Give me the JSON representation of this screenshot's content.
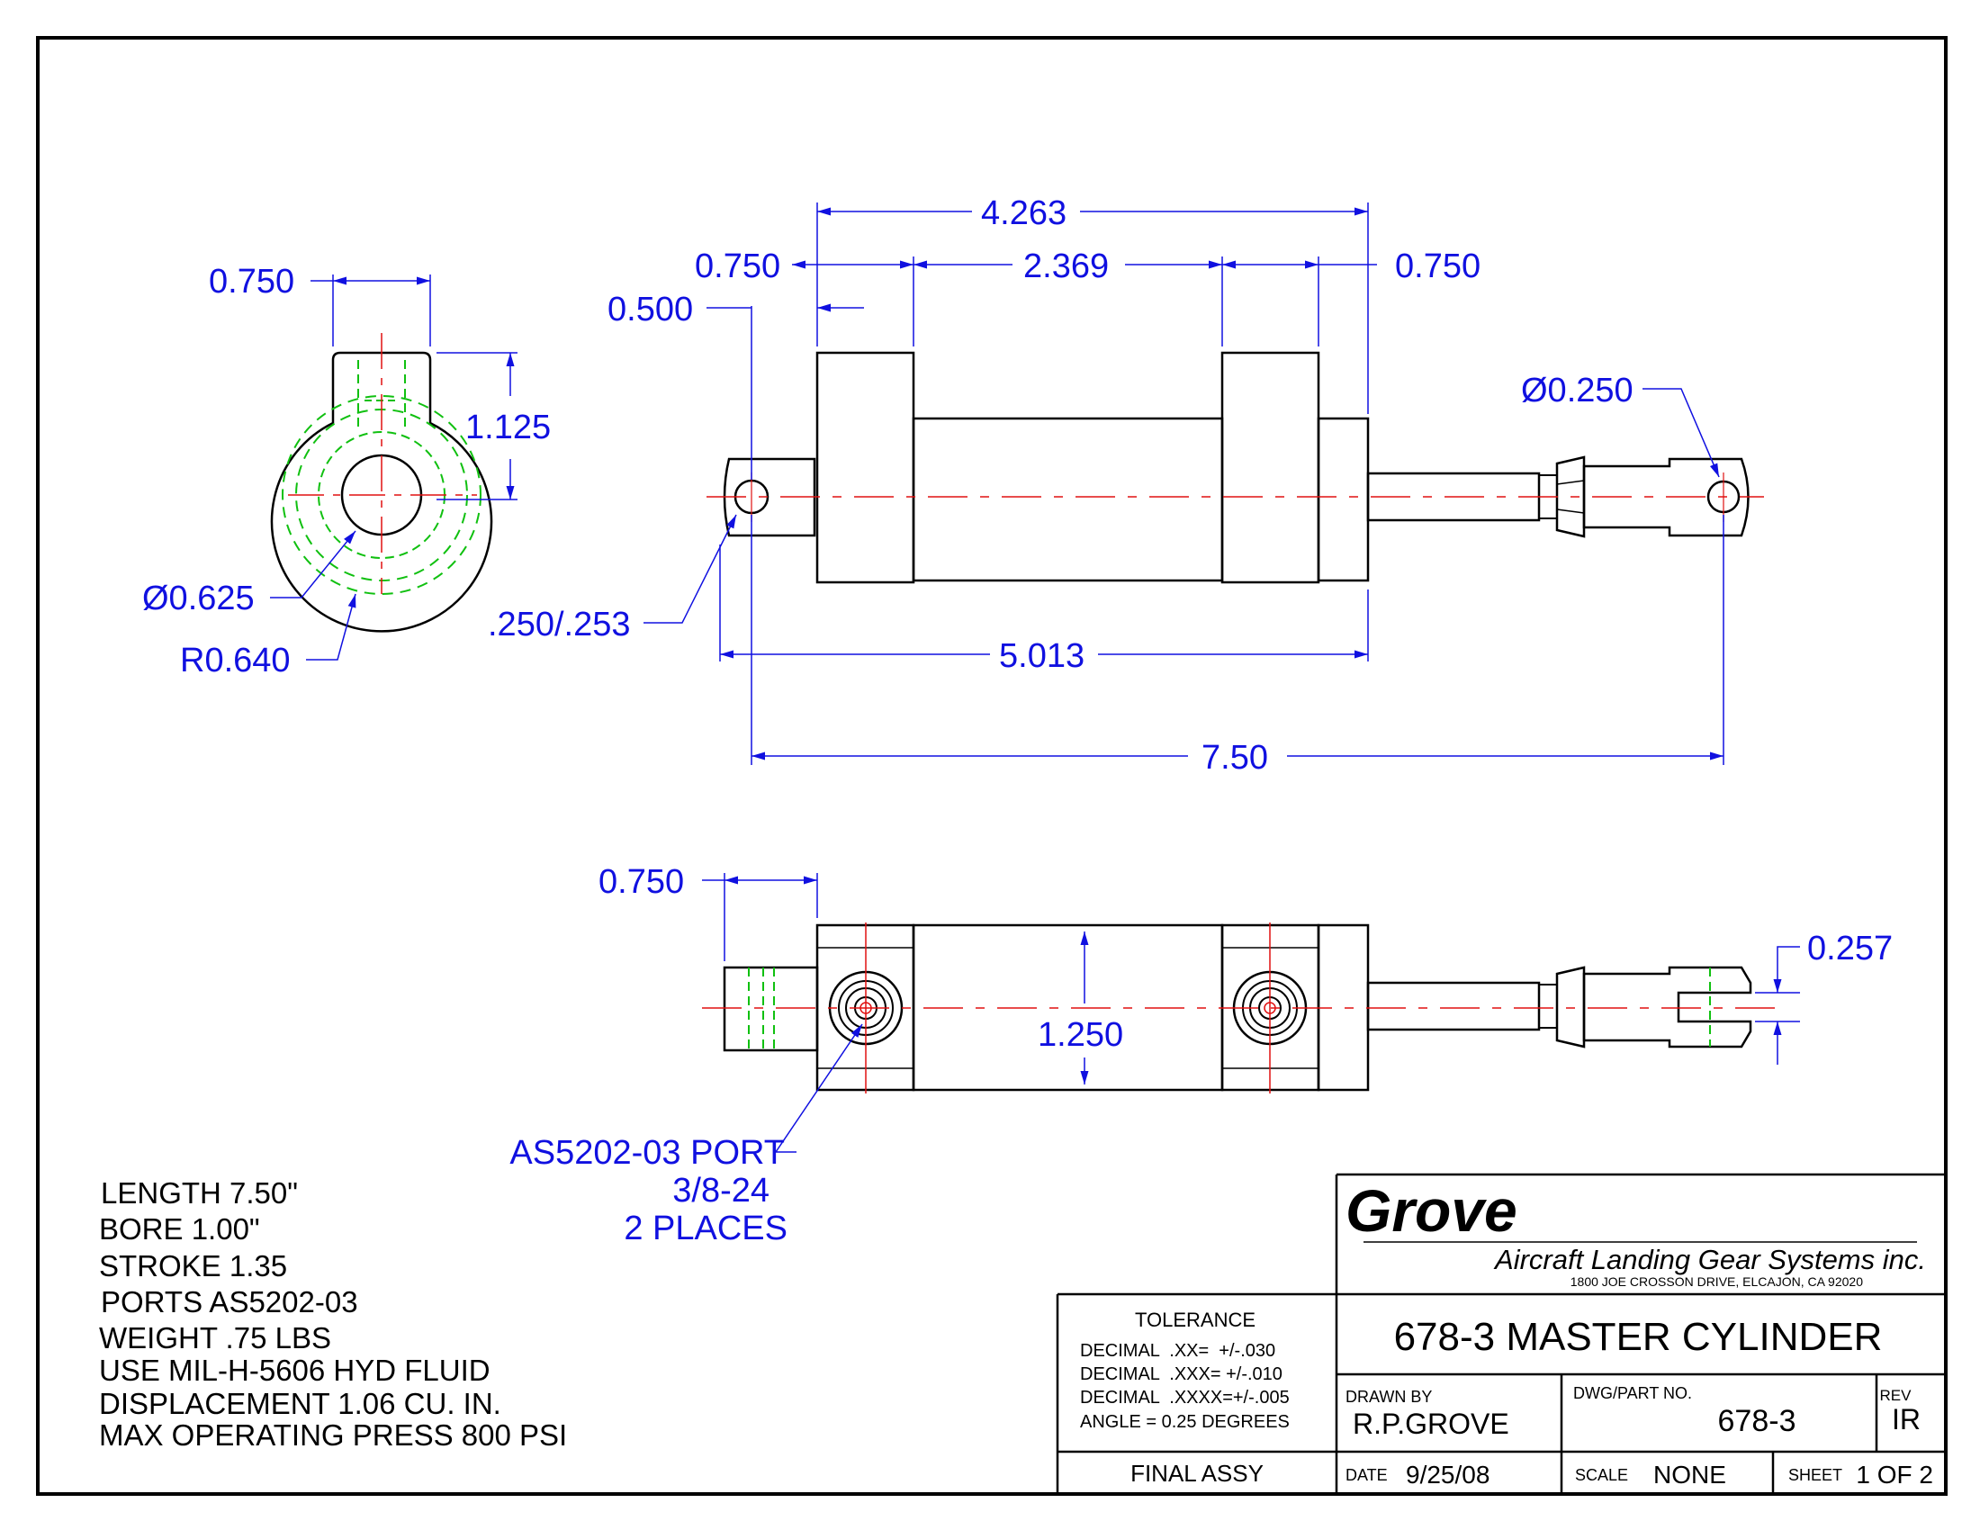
{
  "dimensions": {
    "end_width": "0.750",
    "end_height": "1.125",
    "bore_dia": "Ø0.625",
    "end_radius": "R0.640",
    "overall_body": "4.263",
    "left_cap": "0.750",
    "body_mid": "2.369",
    "right_cap": "0.750",
    "pin_offset": "0.500",
    "rod_pin_dia": "Ø0.250",
    "pin_hole": ".250/.253",
    "eye_to_body": "5.013",
    "overall_length": "7.50",
    "bottom_left_cap": "0.750",
    "body_dia": "1.250",
    "clevis_slot": "0.257"
  },
  "port_note": {
    "line1": "AS5202-03 PORT",
    "line2": "3/8-24",
    "line3": "2 PLACES"
  },
  "spec_notes": [
    "LENGTH 7.50\"",
    "BORE 1.00\"",
    "STROKE 1.35",
    "PORTS AS5202-03",
    "WEIGHT .75 LBS",
    "USE MIL-H-5606 HYD FLUID",
    "DISPLACEMENT 1.06 CU. IN.",
    "MAX OPERATING PRESS 800 PSI"
  ],
  "title_block": {
    "company_logo": "Grove",
    "company_name": "Aircraft Landing Gear Systems inc.",
    "address": "1800 JOE CROSSON DRIVE, ELCAJON, CA 92020",
    "title": "678-3 MASTER CYLINDER",
    "tolerance_heading": "TOLERANCE",
    "tolerance_lines": [
      "DECIMAL  .XX=  +/-.030",
      "DECIMAL  .XXX= +/-.010",
      "DECIMAL  .XXXX=+/-.005",
      "ANGLE = 0.25 DEGREES"
    ],
    "final_assy": "FINAL ASSY",
    "drawn_by_label": "DRAWN BY",
    "drawn_by": "R.P.GROVE",
    "dwg_label": "DWG/PART NO.",
    "dwg_no": "678-3",
    "rev_label": "REV",
    "rev": "IR",
    "date_label": "DATE",
    "date": "9/25/08",
    "scale_label": "SCALE",
    "scale": "NONE",
    "sheet_label": "SHEET",
    "sheet": "1 OF 2"
  },
  "colors": {
    "dimension": "#1010e0",
    "centerline": "#e01010",
    "hidden": "#10c010",
    "outline": "#000000"
  }
}
